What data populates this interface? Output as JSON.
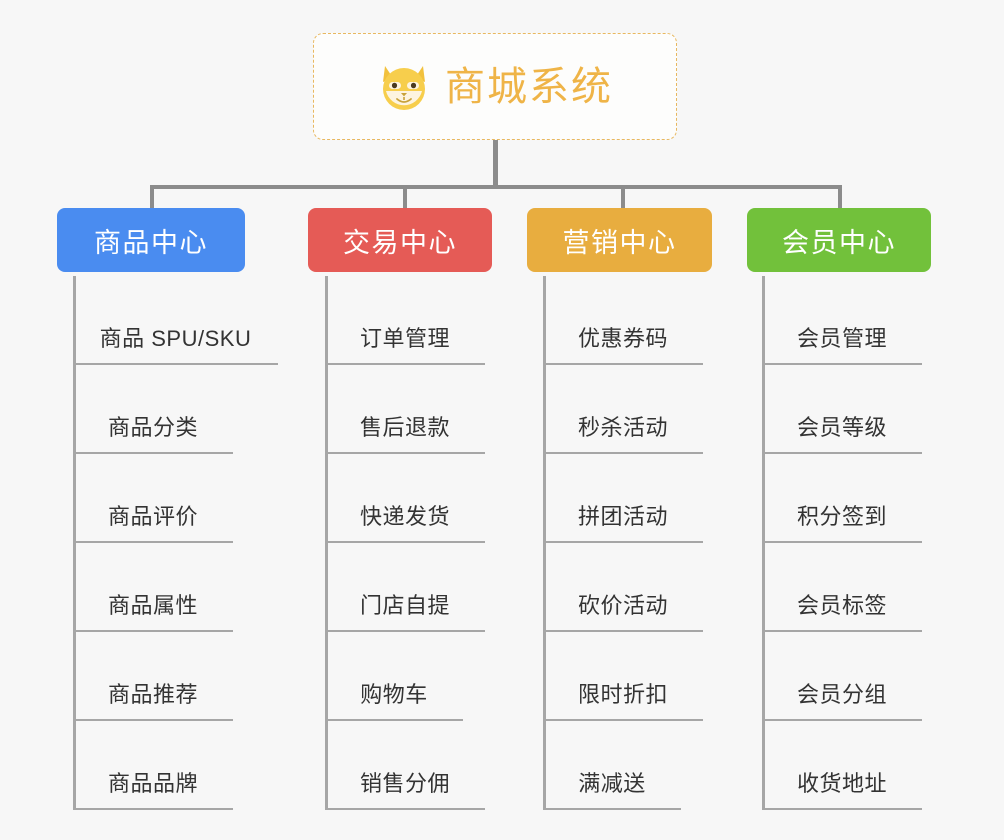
{
  "diagram": {
    "type": "org-chart",
    "background_color": "#f7f7f7",
    "root": {
      "title": "商城系统",
      "icon": "dog-face-icon",
      "text_color": "#efb447",
      "border_color": "#e8b860",
      "fill_color": "#fdfdfc"
    },
    "connector_color": "#8c8c8c",
    "leaf_line_color": "#a6a6a6",
    "columns": [
      {
        "header": "商品中心",
        "color": "#4a8cf0",
        "items": [
          "商品 SPU/SKU",
          "商品分类",
          "商品评价",
          "商品属性",
          "商品推荐",
          "商品品牌"
        ]
      },
      {
        "header": "交易中心",
        "color": "#e55b56",
        "items": [
          "订单管理",
          "售后退款",
          "快递发货",
          "门店自提",
          "购物车",
          "销售分佣"
        ]
      },
      {
        "header": "营销中心",
        "color": "#e8ad3f",
        "items": [
          "优惠券码",
          "秒杀活动",
          "拼团活动",
          "砍价活动",
          "限时折扣",
          "满减送"
        ]
      },
      {
        "header": "会员中心",
        "color": "#72c13b",
        "items": [
          "会员管理",
          "会员等级",
          "积分签到",
          "会员标签",
          "会员分组",
          "收货地址"
        ]
      }
    ]
  }
}
